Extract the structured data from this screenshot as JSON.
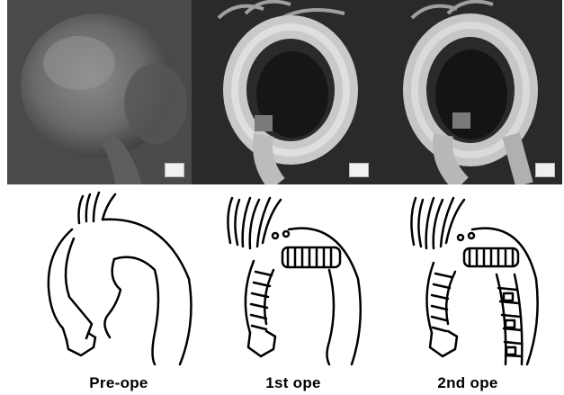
{
  "photos": [
    {
      "id": "pre",
      "badge": ""
    },
    {
      "id": "first",
      "badge": ""
    },
    {
      "id": "second",
      "badge": ""
    }
  ],
  "diagrams": [
    {
      "id": "pre",
      "caption": "Pre-ope"
    },
    {
      "id": "first",
      "caption": "1st ope"
    },
    {
      "id": "second",
      "caption": "2nd ope"
    }
  ]
}
